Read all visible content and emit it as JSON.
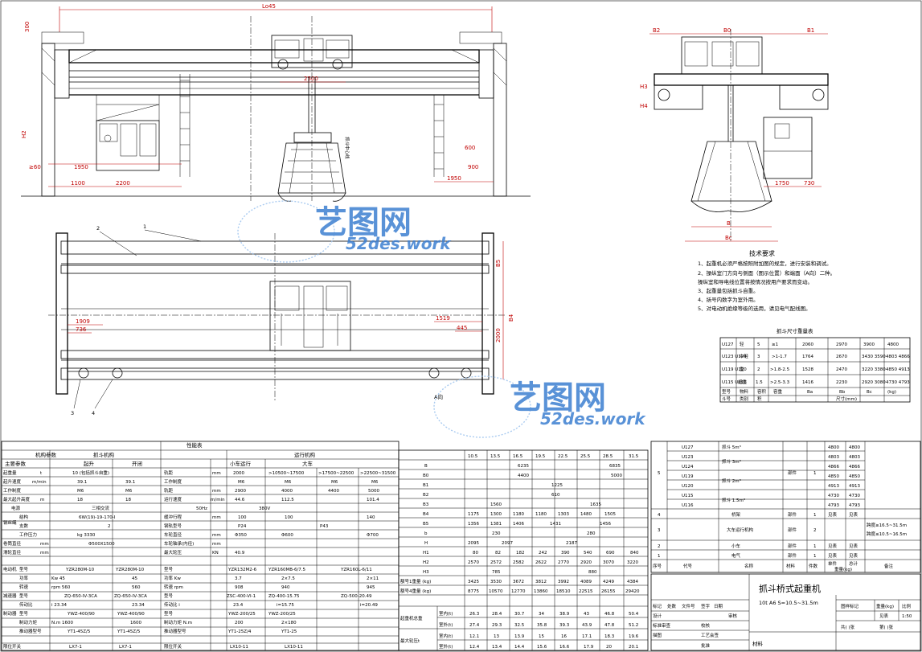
{
  "front_view": {
    "span": "Lo45",
    "hook_range": "300",
    "trolley_gauge": "2500",
    "dim_left_1950": "1950",
    "dim_left_1100": "1100",
    "dim_left_2200": "2200",
    "dim_right_1950": "1950",
    "dim_right_900": "900",
    "dim_right_600": "600",
    "dim_h2": "H2",
    "dim_ge60": "≥60",
    "center_label": "抓斗中心线"
  },
  "side_view": {
    "labels": [
      "B2",
      "B0",
      "B1",
      "H3",
      "H4",
      "1750",
      "730",
      "B",
      "Bc"
    ]
  },
  "plan_view": {
    "dim_1909": "1909",
    "dim_736": "736",
    "dim_1519": "1519",
    "dim_445": "445",
    "dim_2000": "2000",
    "dim_b5": "B5",
    "dim_b4": "B4",
    "callouts": [
      "1",
      "2",
      "3",
      "4"
    ]
  },
  "notes": {
    "title": "技术要求",
    "items": [
      "1、起重机必须严格按照附加图的规定，进行安装和调试。",
      "2、操纵室门方向与侧面（图示位置）和端面（A向）二种。",
      "   操纵室和导电线位置将按情况按用户要求而变动。",
      "3、起重量包括抓斗自重。",
      "4、括号内数字为室外用。",
      "5、对电动机绝缘等级的选用，请见电气配线图。"
    ]
  },
  "grab_table": {
    "title": "抓斗尺寸重量表",
    "rows": [
      [
        "U127",
        "轻",
        "5",
        "≥1",
        "2060",
        "2970",
        "3900",
        "4800"
      ],
      [
        "U123 U124",
        "中轻",
        "3",
        ">1-1.7",
        "1764",
        "2670",
        "3430 3590",
        "4803 4866"
      ],
      [
        "U119 U120",
        "重",
        "2",
        ">1.8-2.5",
        "1528",
        "2470",
        "3220 3380",
        "4850 4913"
      ],
      [
        "U115 U116",
        "超重",
        "1.5",
        ">2.5-3.3",
        "1416",
        "2230",
        "2920 3080",
        "4730 4793"
      ]
    ],
    "footer": [
      "型号",
      "物料",
      "容积",
      "容重",
      "Ba",
      "Bb",
      "Bc",
      "(kg)"
    ],
    "footer2": [
      "斗号",
      "类别",
      "积",
      "尺寸(mm)"
    ]
  },
  "perf_table": {
    "title": "性能表",
    "mech_title": "机构参数",
    "hoist_title": "抓斗机构",
    "travel_title": "运行机构",
    "hoist_cols": [
      "主要参数",
      "起升",
      "开闭"
    ],
    "travel_cols": [
      "小车运行",
      "大车"
    ],
    "rows": [
      [
        "起重量",
        "t",
        "10 (包括抓斗自重)",
        "",
        "轨距",
        "mm",
        "2000",
        ">10500~17500",
        ">17500~22500",
        ">22500~31500"
      ],
      [
        "起升速度",
        "m/min",
        "39.1",
        "39.1",
        "工作制度",
        "",
        "M6",
        "M6",
        "M6",
        "M6"
      ],
      [
        "工作制度",
        "",
        "M6",
        "M6",
        "轨距",
        "mm",
        "2900",
        "4000",
        "4400",
        "5000"
      ],
      [
        "最大起升高度",
        "m",
        "18",
        "18",
        "运行速度",
        "m/min",
        "44.6",
        "112.5",
        "",
        "101.4"
      ],
      [
        "电源",
        "",
        "三相交流",
        "",
        "50Hz",
        "",
        "380V",
        "",
        "",
        ""
      ],
      [
        "钢丝绳",
        "结构",
        "6W(19)-19-170-I",
        "",
        "缓冲行程",
        "mm",
        "100",
        "100",
        "",
        "140"
      ],
      [
        "",
        "支数",
        "2",
        "",
        "钢轨型号",
        "",
        "P24",
        "P43",
        "",
        ""
      ],
      [
        "",
        "工作压力",
        "kg 3330",
        "",
        "车轮直径",
        "mm",
        "Φ350",
        "Φ600",
        "",
        "Φ700"
      ],
      [
        "卷筒直径",
        "mm",
        "Φ500X1500",
        "",
        "车轮轴承(内径)",
        "mm",
        "",
        "",
        "",
        ""
      ],
      [
        "滑轮直径",
        "mm",
        "",
        "",
        "最大轮压",
        "KN",
        "40.9",
        "",
        "",
        ""
      ]
    ],
    "motor_rows": [
      [
        "电动机",
        "型号",
        "YZR280M-10",
        "YZR280M-10",
        "型号",
        "YZR132M2-6",
        "YZR160MB-6/7.5",
        "YZR160L-6/11"
      ],
      [
        "",
        "功率",
        "Kw 45",
        "45",
        "功率 Kw",
        "3.7",
        "2×7.5",
        "2×11"
      ],
      [
        "",
        "转速",
        "rpm 560",
        "560",
        "转速 rpm",
        "908",
        "940",
        "945"
      ],
      [
        "减速器",
        "型号",
        "ZQ-650-IV-3CA",
        "ZQ-650-IV-3CA",
        "型号",
        "ZSC-400-VI-1",
        "ZQ-400-15.75",
        "ZQ-500-20.49"
      ],
      [
        "",
        "传动比",
        "i 23.34",
        "23.34",
        "传动比 i",
        "23.4",
        "i=15.75",
        "i=20.49"
      ],
      [
        "制动器",
        "型号",
        "YWZ-400/90",
        "YWZ-400/90",
        "型号",
        "YWZ-200/25",
        "YWZ-200/25",
        ""
      ],
      [
        "",
        "制动力矩",
        "N.m 1600",
        "1600",
        "制动力矩 N.m",
        "200",
        "2×180",
        ""
      ],
      [
        "",
        "推动器型号",
        "YT1-45Z/5",
        "YT1-45Z/5",
        "推动器型号",
        "YT1-25Z/4",
        "YT1-25",
        ""
      ],
      [
        "限位开关",
        "",
        "LX7-1",
        "LX7-1",
        "限位开关",
        "LX10-11",
        "LX10-11",
        ""
      ]
    ]
  },
  "dim_table": {
    "spans": [
      "10.5",
      "13.5",
      "16.5",
      "19.5",
      "22.5",
      "25.5",
      "28.5",
      "31.5"
    ],
    "rows": [
      [
        "B",
        "6235",
        "6835"
      ],
      [
        "B0",
        "4400",
        "5000"
      ],
      [
        "B1",
        "1225"
      ],
      [
        "B2",
        "610"
      ],
      [
        "B3",
        "1560",
        "1635"
      ],
      [
        "B4",
        "1175",
        "1300",
        "1180",
        "1180",
        "1303",
        "1480",
        "1505"
      ],
      [
        "B5",
        "1356",
        "1381",
        "1406",
        "1431",
        "1456"
      ],
      [
        "b",
        "230",
        "280"
      ],
      [
        "H",
        "2095",
        "2097",
        "2187"
      ],
      [
        "H1",
        "80",
        "82",
        "182",
        "242",
        "390",
        "540",
        "690",
        "840"
      ],
      [
        "H2",
        "2570",
        "2572",
        "2582",
        "2622",
        "2770",
        "2920",
        "3070",
        "3220"
      ],
      [
        "H3",
        "785",
        "880"
      ],
      [
        "额号1重量 (kg)",
        "3425",
        "3530",
        "3672",
        "3812",
        "3992",
        "4089",
        "4249",
        "4384"
      ],
      [
        "额号4重量 (kg)",
        "8775",
        "10570",
        "12770",
        "13860",
        "18510",
        "22515",
        "26155",
        "29420"
      ]
    ],
    "weight_rows": [
      [
        "室内(t)",
        "26.3",
        "28.4",
        "30.7",
        "34",
        "38.9",
        "43",
        "46.8",
        "50.4"
      ],
      [
        "室外(t)",
        "27.4",
        "29.3",
        "32.5",
        "35.8",
        "39.3",
        "43.9",
        "47.8",
        "51.2"
      ],
      [
        "室内(t)",
        "12.1",
        "13",
        "13.9",
        "15",
        "16",
        "17.1",
        "18.3",
        "19.6"
      ],
      [
        "室外(t)",
        "12.4",
        "13.4",
        "14.4",
        "15.6",
        "16.6",
        "17.9",
        "20",
        "20.1"
      ]
    ],
    "weight_label_total": "起重机总重",
    "weight_label_wheel": "最大轮压t"
  },
  "bom": {
    "rows": [
      [
        "5",
        "U127",
        "抓斗 5m³",
        "部件",
        "1",
        "4800",
        "4800"
      ],
      [
        "",
        "U123",
        "抓斗 3m³",
        "",
        "",
        "4803",
        "4803"
      ],
      [
        "",
        "U124",
        "",
        "",
        "",
        "4866",
        "4866"
      ],
      [
        "",
        "U119",
        "抓斗 2m³",
        "",
        "",
        "4850",
        "4850"
      ],
      [
        "",
        "U120",
        "",
        "",
        "",
        "4913",
        "4913"
      ],
      [
        "",
        "U115",
        "抓斗 1.5m³",
        "",
        "",
        "4730",
        "4730"
      ],
      [
        "",
        "U116",
        "",
        "",
        "",
        "4793",
        "4793"
      ],
      [
        "4",
        "",
        "桥架",
        "部件",
        "1",
        "见表",
        "见表"
      ],
      [
        "3",
        "",
        "大车运行机构",
        "部件",
        "2",
        "",
        ""
      ],
      [
        "2",
        "",
        "小车",
        "部件",
        "1",
        "见表",
        "见表"
      ],
      [
        "1",
        "",
        "电气",
        "部件",
        "1",
        "见表",
        "见表"
      ]
    ],
    "span_note_1": "跨度≥16.5~31.5m",
    "span_note_2": "跨度≤10.5~16.5m",
    "header": [
      "序号",
      "代号",
      "名称",
      "材料",
      "件数",
      "单件",
      "总计",
      "备注"
    ],
    "weight_header": "重量(kg)"
  },
  "title_block": {
    "title": "抓斗桥式起重机",
    "subtitle": "10t A6 S=10.5~31.5m",
    "labels": [
      "标记",
      "处数",
      "文件号",
      "签字",
      "日期",
      "审核",
      "设计",
      "标准审查",
      "描图",
      "校核",
      "工艺会签",
      "批准"
    ],
    "material": "材料",
    "scale_label": "比例",
    "scale": "1:50",
    "weight_label": "重量(kg)",
    "mark_label": "图样标记",
    "weight_value": "见表",
    "sheet": "共( )张",
    "sheet2": "第( )张"
  },
  "watermark": {
    "brand": "艺图网",
    "url": "52des.work"
  }
}
